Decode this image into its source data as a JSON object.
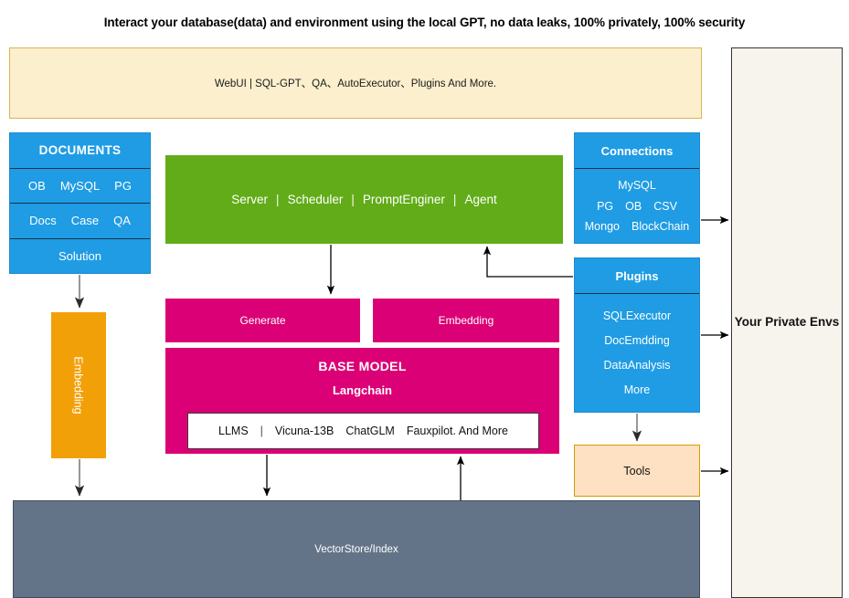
{
  "title": "Interact your database(data) and environment using the local GPT, no data leaks, 100% privately, 100% security",
  "colors": {
    "blue": "#1F9CE4",
    "green": "#61AC18",
    "magenta": "#DB0075",
    "orange": "#F2A007",
    "beige": "#FCEFCD",
    "beige_border": "#D6B656",
    "peach": "#FEE0C2",
    "peach_border": "#D79B00",
    "slate": "#647488",
    "panel": "#F6F4EC",
    "panel_border": "#333333",
    "white": "#FFFFFF",
    "arrow_black": "#000000",
    "arrow_gray": "#7F7F7F"
  },
  "webui": {
    "label": "WebUI | SQL-GPT、QA、AutoExecutor、Plugins And More."
  },
  "private_env": {
    "label": "Your Private Envs"
  },
  "documents": {
    "header": "DOCUMENTS",
    "rows": [
      {
        "items": [
          "OB",
          "MySQL",
          "PG"
        ]
      },
      {
        "items": [
          "Docs",
          "Case",
          "QA"
        ]
      },
      {
        "items": [
          "Solution"
        ]
      }
    ]
  },
  "server": {
    "items": [
      "Server",
      "Scheduler",
      "PromptEnginer",
      "Agent"
    ],
    "separator": "|"
  },
  "connections": {
    "header": "Connections",
    "lines": [
      {
        "items": [
          "MySQL"
        ]
      },
      {
        "items": [
          "PG",
          "OB",
          "CSV"
        ]
      },
      {
        "items": [
          "Mongo",
          "BlockChain"
        ]
      }
    ]
  },
  "plugins": {
    "header": "Plugins",
    "items": [
      "SQLExecutor",
      "DocEmdding",
      "DataAnalysis",
      "More"
    ]
  },
  "generate": {
    "label": "Generate"
  },
  "embedding_small": {
    "label": "Embedding"
  },
  "base_model": {
    "title": "BASE MODEL",
    "framework": "Langchain",
    "llms_prefix": "LLMS",
    "separator": "|",
    "llms": [
      "Vicuna-13B",
      "ChatGLM",
      "Fauxpilot. And More"
    ]
  },
  "embedding_vertical": {
    "label": "Embedding"
  },
  "tools": {
    "label": "Tools"
  },
  "vectorstore": {
    "label": "VectorStore/Index"
  },
  "arrows": [
    {
      "name": "documents-to-embedding",
      "from": "DOCUMENTS",
      "to": "Embedding",
      "color": "#7F7F7F"
    },
    {
      "name": "embedding-to-vectorstore",
      "from": "Embedding",
      "to": "VectorStore/Index",
      "color": "#7F7F7F"
    },
    {
      "name": "server-to-generate",
      "from": "Server",
      "to": "Generate",
      "color": "#000000"
    },
    {
      "name": "plugins-to-server",
      "from": "Plugins",
      "to": "Server",
      "color": "#000000"
    },
    {
      "name": "connections-to-private-envs",
      "from": "Connections",
      "to": "Your Private Envs",
      "color": "#000000"
    },
    {
      "name": "plugins-to-private-envs",
      "from": "Plugins",
      "to": "Your Private Envs",
      "color": "#000000"
    },
    {
      "name": "plugins-to-tools",
      "from": "Plugins",
      "to": "Tools",
      "color": "#7F7F7F"
    },
    {
      "name": "tools-to-private-envs",
      "from": "Tools",
      "to": "Your Private Envs",
      "color": "#000000"
    },
    {
      "name": "basemodel-to-vectorstore",
      "from": "BASE MODEL",
      "to": "VectorStore/Index",
      "color": "#000000"
    },
    {
      "name": "vectorstore-to-basemodel",
      "from": "VectorStore/Index",
      "to": "BASE MODEL",
      "color": "#000000"
    }
  ]
}
